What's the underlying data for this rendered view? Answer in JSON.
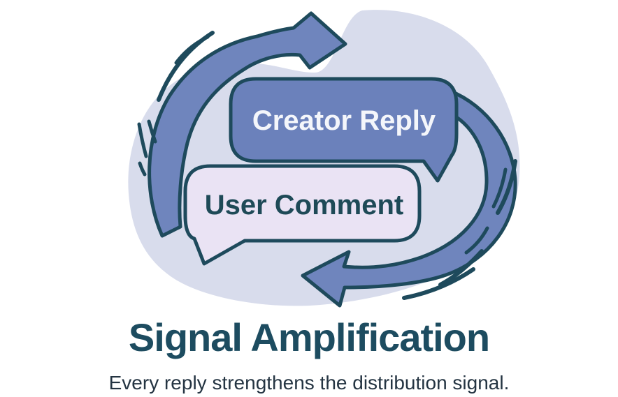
{
  "title": "Signal Amplification",
  "subtitle": "Every reply strengthens the distribution signal.",
  "illustration": {
    "creator_bubble": {
      "label": "Creator Reply"
    },
    "user_bubble": {
      "label": "User Comment"
    },
    "loop_arrow": "cyclic-arrow",
    "speed_lines": "motion-speed-lines"
  },
  "colors": {
    "background": "#ffffff",
    "blob": "#d8dcec",
    "arrow_fill": "#6f85bd",
    "outline": "#1e4a5c",
    "creator_bubble_fill": "#6b81bb",
    "creator_bubble_text": "#f4f6fb",
    "user_bubble_fill": "#eae3f4",
    "user_bubble_text": "#1e4a57",
    "title_color": "#1d4c60",
    "subtitle_color": "#243442"
  }
}
